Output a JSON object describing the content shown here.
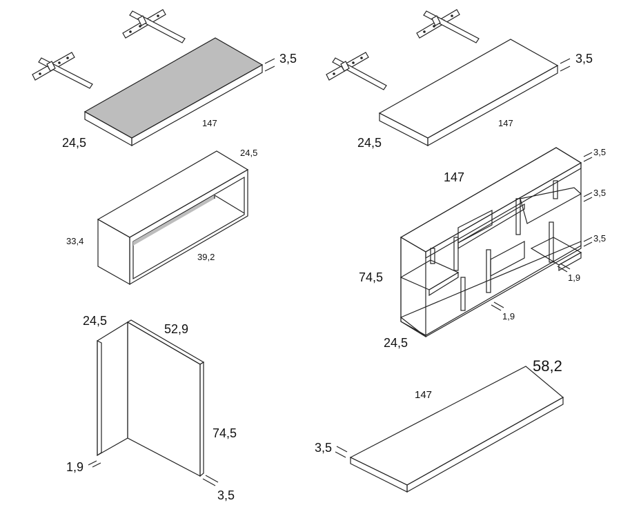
{
  "colors": {
    "top_face": "#bdbdbd",
    "side_face": "#d8d8d8",
    "dark_face": "#9a9a9a",
    "inner_face": "#e6e6e6",
    "outline": "#222222",
    "bracket": "#ffffff"
  },
  "shelf_left": {
    "depth": "24,5",
    "length": "147",
    "thickness": "3,5"
  },
  "shelf_right": {
    "depth": "24,5",
    "length": "147",
    "thickness": "3,5"
  },
  "box_cabinet": {
    "depth": "24,5",
    "height": "33,4",
    "width": "39,2"
  },
  "l_panel": {
    "depth": "24,5",
    "width": "52,9",
    "height": "74,5",
    "thickness_bottom": "1,9",
    "thickness_side": "3,5"
  },
  "bookcase": {
    "width": "147",
    "height": "74,5",
    "depth": "24,5",
    "shelf_thicknesses": [
      "3,5",
      "3,5",
      "3,5"
    ],
    "divider_thicknesses": [
      "1,9",
      "1,9"
    ]
  },
  "desk_top": {
    "depth": "58,2",
    "length": "147",
    "thickness": "3,5"
  }
}
